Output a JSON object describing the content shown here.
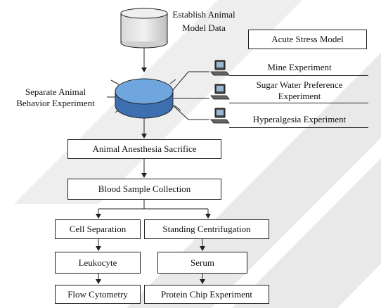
{
  "nodes": {
    "database_label_line1": "Establish Animal",
    "database_label_line2": "Model Data",
    "acute_stress": "Acute Stress Model",
    "disc_label_line1": "Separate Animal",
    "disc_label_line2": "Behavior Experiment",
    "mine": "Mine Experiment",
    "sugar_line1": "Sugar Water Preference",
    "sugar_line2": "Experiment",
    "hyperalgesia": "Hyperalgesia Experiment",
    "anesthesia": "Animal Anesthesia Sacrifice",
    "blood": "Blood Sample Collection",
    "cell_separation": "Cell Separation",
    "standing_centrifugation": "Standing Centrifugation",
    "leukocyte": "Leukocyte",
    "serum": "Serum",
    "flow_cytometry": "Flow Cytometry",
    "protein_chip": "Protein Chip Experiment"
  },
  "icons": {
    "database": "database-cylinder-icon",
    "disc": "disc-icon",
    "computer": "computer-icon"
  },
  "colors": {
    "disc_top": "#6ea6dd",
    "disc_side": "#3d6fb0",
    "watermark": "#e9e9e9"
  }
}
